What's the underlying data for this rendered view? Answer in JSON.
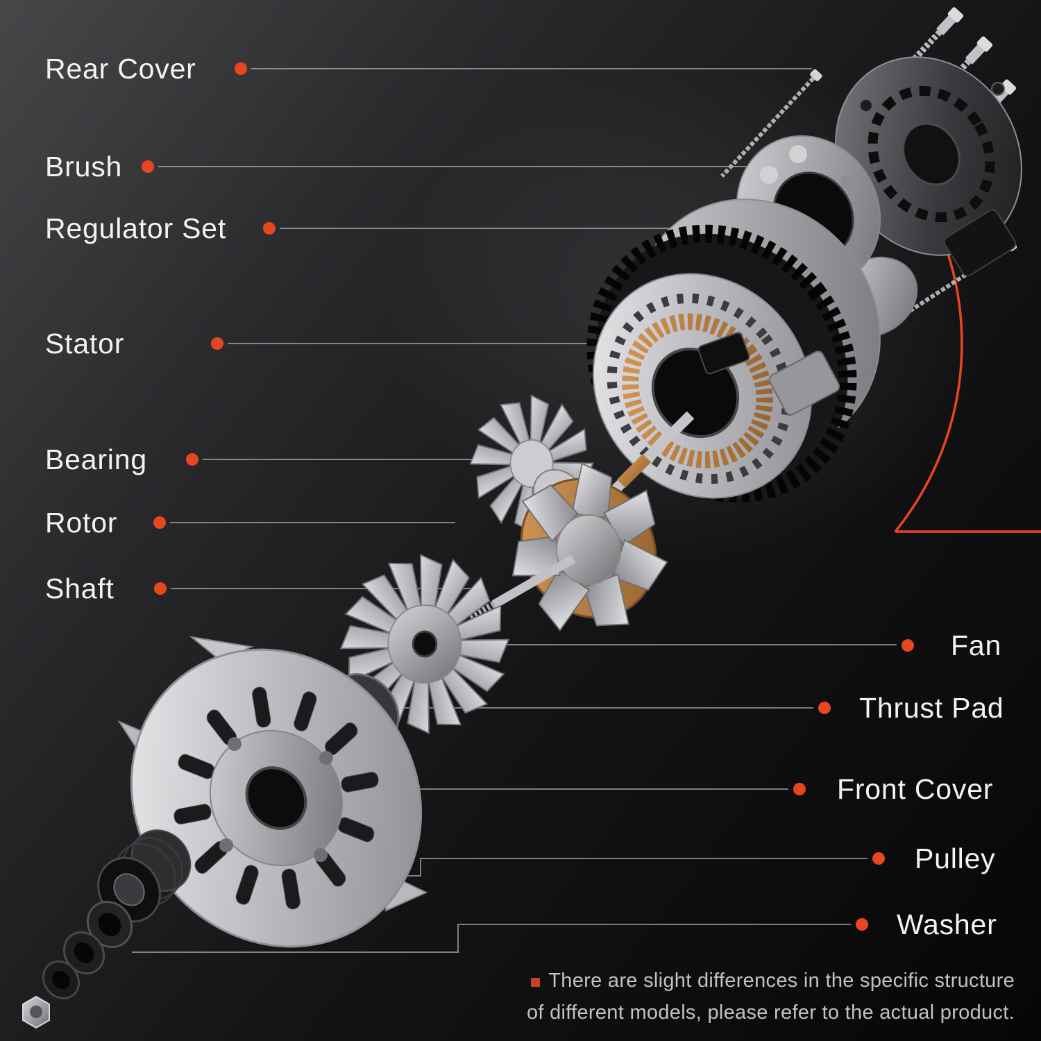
{
  "colors": {
    "accent": "#e8461f",
    "bullet": "#c8402a",
    "label": "#f3f3f4",
    "leader_line": "#d7d7da"
  },
  "labels": {
    "left": [
      {
        "text": "Rear Cover"
      },
      {
        "text": "Brush"
      },
      {
        "text": "Regulator Set"
      },
      {
        "text": "Stator"
      },
      {
        "text": "Bearing"
      },
      {
        "text": "Rotor"
      },
      {
        "text": "Shaft"
      }
    ],
    "right": [
      {
        "text": "Fan"
      },
      {
        "text": "Thrust Pad"
      },
      {
        "text": "Front Cover"
      },
      {
        "text": "Pulley"
      },
      {
        "text": "Washer"
      }
    ]
  },
  "disclaimer": {
    "line1": "There are slight differences in the specific structure",
    "line2": "of different models, please refer to the actual product."
  }
}
